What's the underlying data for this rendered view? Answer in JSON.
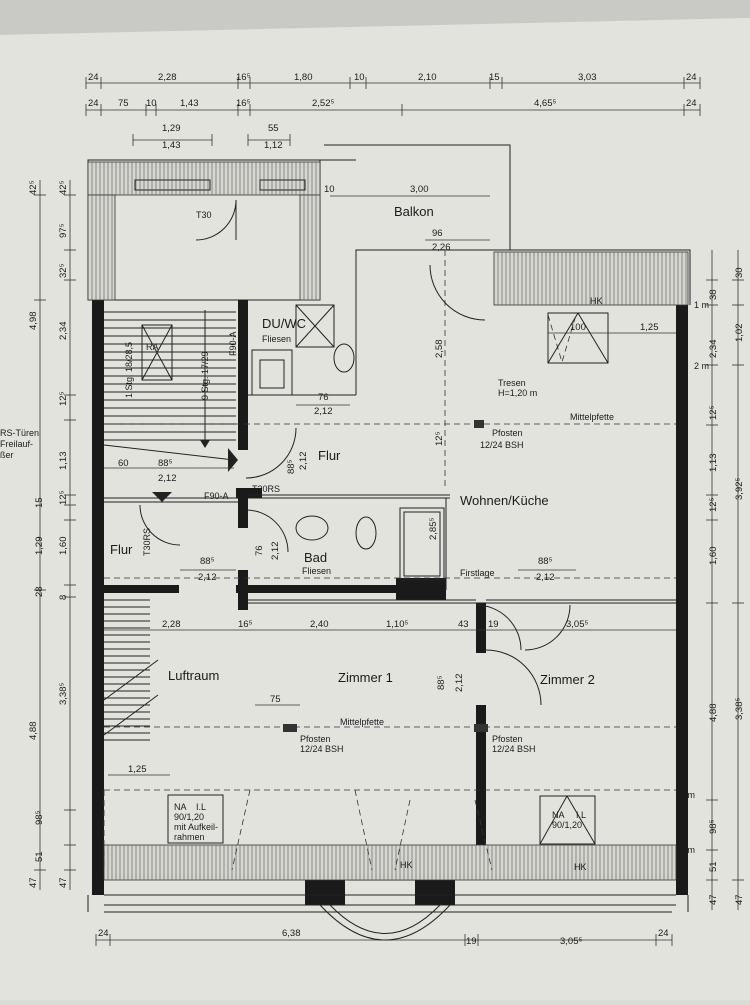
{
  "rooms": {
    "balkon": "Balkon",
    "du_wc": "DU/WC",
    "du_wc_floor": "Fliesen",
    "flur": "Flur",
    "flur_left": "Flur",
    "bad": "Bad",
    "bad_floor": "Fliesen",
    "wohnen": "Wohnen/Küche",
    "zimmer1": "Zimmer 1",
    "zimmer2": "Zimmer 2",
    "luftraum": "Luftraum",
    "ra": "RA"
  },
  "labels": {
    "tresen": "Tresen",
    "tresen_h": "H=1,20 m",
    "mittelpfette_top": "Mittelpfette",
    "mittelpfette_bottom": "Mittelpfette",
    "pfosten_top": "Pfosten",
    "pfosten_top_size": "12/24 BSH",
    "pfosten_z1": "Pfosten",
    "pfosten_z1_size": "12/24 BSH",
    "pfosten_z2": "Pfosten",
    "pfosten_z2_size": "12/24 BSH",
    "firstlage": "Firstlage",
    "hk_top": "HK",
    "hk_bottom_mid": "HK",
    "hk_bottom_right": "HK",
    "f90a_top": "F90-A",
    "f90a_mid": "F90-A",
    "t30": "T30",
    "t30rs_mid": "T30RS",
    "t30rs_left": "T30RS",
    "stairs_down": "1 Stg. 18/28,5",
    "stairs_up": "9 Stg. 17/29",
    "rs_tueren_1": "RS-Türen",
    "rs_tueren_2": "Freilauf-",
    "rs_tueren_3": "ßer",
    "na_left_1": "NA",
    "na_left_2": "90/1,20",
    "na_left_3": "mit Aufkeil-",
    "na_left_4": "rahmen",
    "na_left_il": "I.L",
    "na_right_1": "NA",
    "na_right_2": "90/1,20",
    "na_right_il": "I.L",
    "m1_right": "1 m",
    "m2_right": "2 m",
    "m2_lower": "2 m",
    "m1_lower": "1 m"
  },
  "dims": {
    "top1": [
      "24",
      "2,28",
      "16⁵",
      "1,80",
      "10",
      "2,10",
      "15",
      "3,03",
      "24"
    ],
    "top2": [
      "24",
      "75",
      "10",
      "1,43",
      "16⁵",
      "2,52⁵",
      "4,65⁵",
      "24"
    ],
    "top3": [
      "1,29",
      "1,43",
      "55",
      "1,12"
    ],
    "balkon_10": "10",
    "balkon_300": "3,00",
    "balkon_96": "96",
    "balkon_226": "2,26",
    "left_outer": [
      "42⁵",
      "4,98",
      "4,88",
      "47"
    ],
    "left_inner": [
      "42⁵",
      "97⁵",
      "32⁵",
      "2,34",
      "12⁵",
      "1,13",
      "15",
      "12⁵",
      "1,29",
      "1,60",
      "28",
      "8",
      "3,38⁵",
      "98⁵",
      "51",
      "47"
    ],
    "right_outer": [
      "30",
      "38",
      "1,02",
      "3,92⁵",
      "3,38⁵",
      "47"
    ],
    "right_inner": [
      "2,34",
      "12⁵",
      "1,13",
      "12⁵",
      "1,60",
      "4,88",
      "98⁵",
      "51",
      "47"
    ],
    "duwc_76": "76",
    "duwc_212": "2,12",
    "flur_885": "88⁵",
    "flur_212": "2,12",
    "left_60": "60",
    "left_885": "88⁵",
    "left_212": "2,12",
    "bad_76": "76",
    "bad_212": "2,12",
    "bad_885": "88⁵",
    "bad_212b": "2,12",
    "shower_285": "2,85⁵",
    "wohn_258": "2,58",
    "wohn_125b": "12⁵",
    "wohn_100": "100",
    "wohn_125": "1,25",
    "first_885": "88⁵",
    "first_212": "2,12",
    "z_row": [
      "2,28",
      "16⁵",
      "2,40",
      "1,10⁵",
      "43",
      "19",
      "3,05⁵"
    ],
    "z1_885": "88⁵",
    "z1_212": "2,12",
    "z1_75": "75",
    "luft_125": "1,25",
    "bottom": [
      "24",
      "6,38",
      "19",
      "3,05⁵",
      "24"
    ]
  }
}
